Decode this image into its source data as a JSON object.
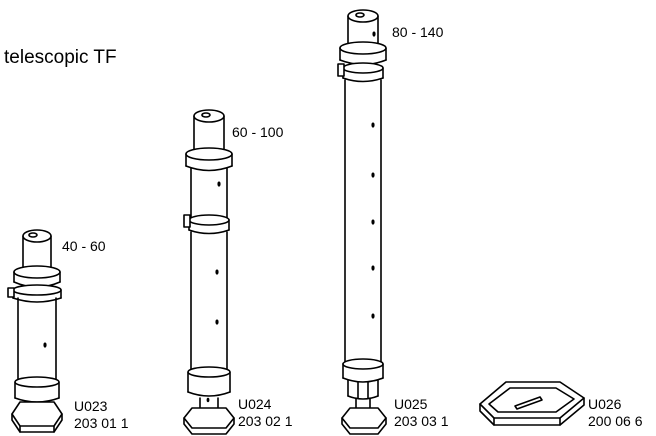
{
  "title": "telescopic TF",
  "items": [
    {
      "range": "40 - 60",
      "code": "U023",
      "number": "203 01 1"
    },
    {
      "range": "60 - 100",
      "code": "U024",
      "number": "203 02 1"
    },
    {
      "range": "80 - 140",
      "code": "U025",
      "number": "203 03 1"
    },
    {
      "code": "U026",
      "number": "200 06 6"
    }
  ]
}
